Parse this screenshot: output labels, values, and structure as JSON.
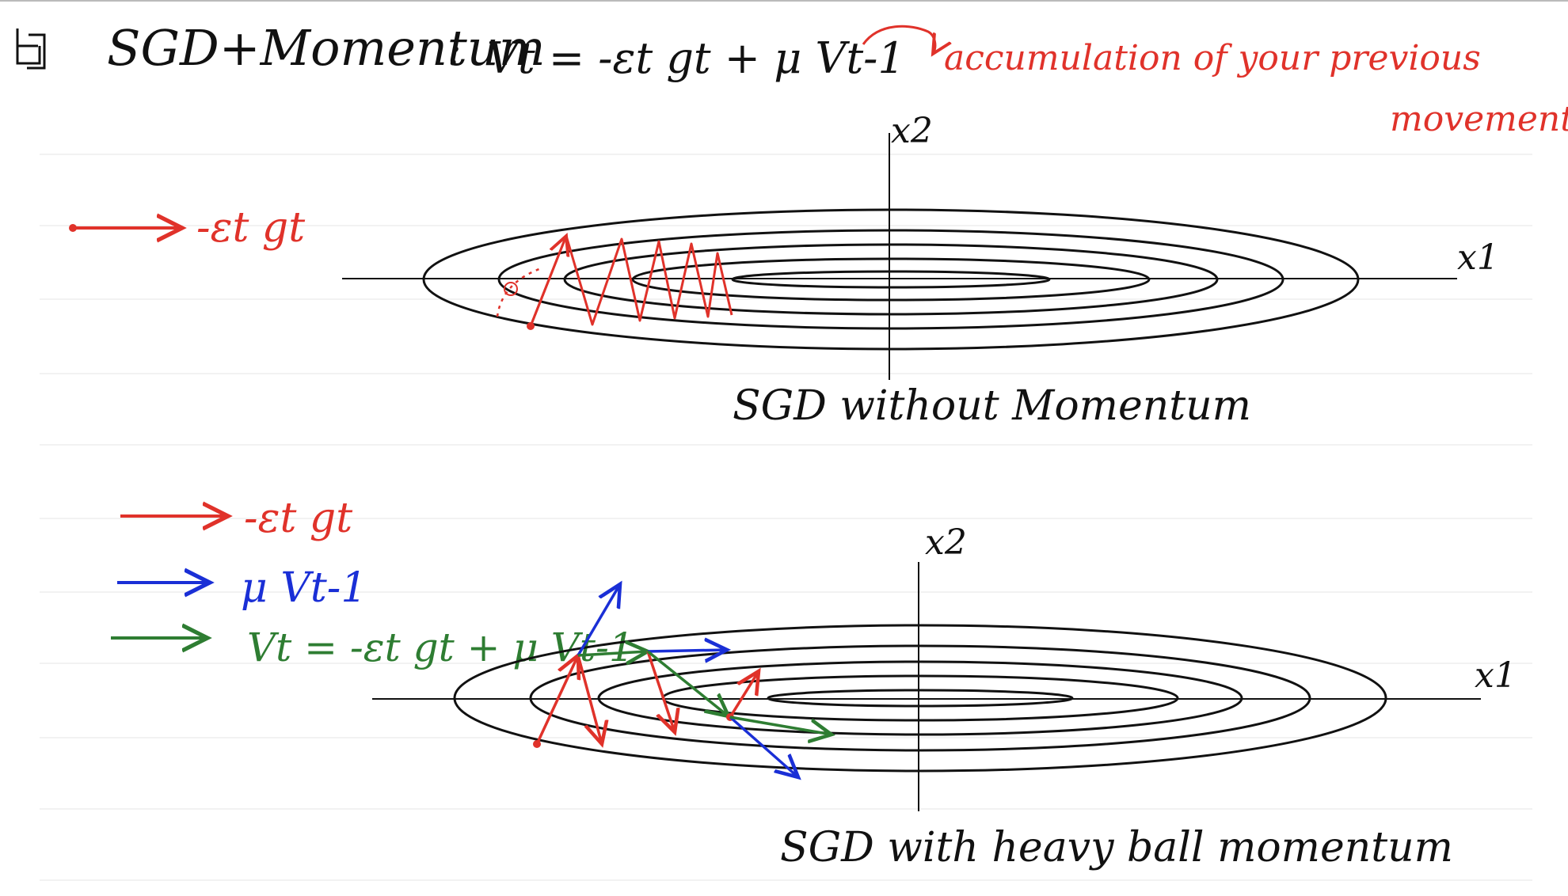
{
  "colors": {
    "ink": "#111111",
    "red": "#e0322a",
    "blue": "#1a2fd6",
    "green": "#2e7d32",
    "ruled_line": "#eeeeee",
    "top_border": "#bbbbbb"
  },
  "header": {
    "bullet_icon": "checkbox-doodle-icon",
    "title": "SGD+Momentum",
    "colon": ":",
    "equation": "Vt = -εt gt + μ Vt-1",
    "note_line1": "accumulation of your previous",
    "note_line2": "movements."
  },
  "top_diagram": {
    "axis_x_label": "x1",
    "axis_y_label": "x2",
    "legend_gradient": "-εt gt",
    "caption": "SGD without Momentum"
  },
  "bottom_diagram": {
    "axis_x_label": "x1",
    "axis_y_label": "x2",
    "legend_gradient": "-εt gt",
    "legend_momentum": "μ Vt-1",
    "legend_velocity": "Vt = -εt gt + μ Vt-1",
    "caption": "SGD with heavy ball momentum"
  }
}
